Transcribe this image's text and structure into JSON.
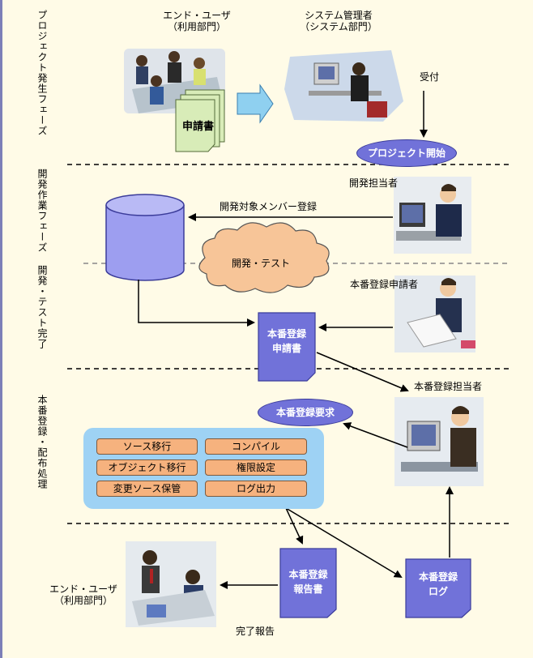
{
  "phases": [
    {
      "id": "project",
      "label": "プロジェクト発生フェーズ"
    },
    {
      "id": "dev",
      "label": "開発作業フェーズ"
    },
    {
      "id": "devdone",
      "label": "開発・テスト完了"
    },
    {
      "id": "deploy",
      "label": "本番登録・配布処理"
    }
  ],
  "actors": {
    "end_user_top": [
      "エンド・ユーザ",
      "（利用部門）"
    ],
    "sys_admin": [
      "システム管理者",
      "（システム部門）"
    ],
    "dev_owner": "開発担当者",
    "prod_requester": "本番登録申請者",
    "prod_owner": "本番登録担当者",
    "end_user_bottom": [
      "エンド・ユーザ",
      "（利用部門）"
    ]
  },
  "labels": {
    "application": "申請書",
    "received": "受付",
    "project_start": "プロジェクト開始",
    "register_members": "開発対象メンバー登録",
    "dev_test": "開発・テスト",
    "prod_request_doc": [
      "本番登録",
      "申請書"
    ],
    "prod_request": "本番登録要求",
    "prod_report_doc": [
      "本番登録",
      "報告書"
    ],
    "prod_log_doc": [
      "本番登録",
      "ログ"
    ],
    "completion_report": "完了報告"
  },
  "tasks": [
    "ソース移行",
    "コンパイル",
    "オブジェクト移行",
    "権限設定",
    "変更ソース保管",
    "ログ出力"
  ],
  "colors": {
    "doc_box": "#7172d9",
    "task_pill": "#f6b27e",
    "panel": "#9ed2f4",
    "cloud": "#f7c598",
    "db": "#9d9ef0",
    "background": "#fffbe7"
  }
}
